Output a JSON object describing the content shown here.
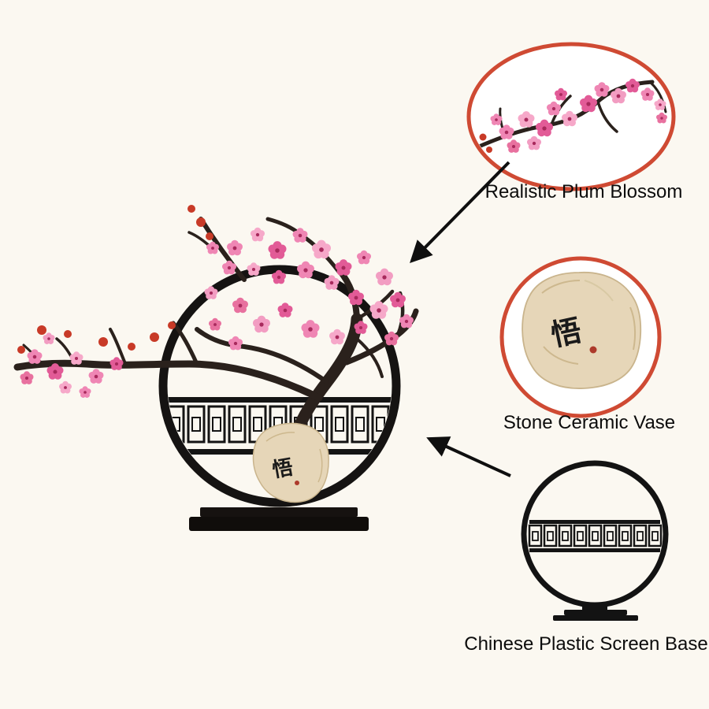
{
  "background": "#fbf8f1",
  "accent_color": "#cf4a33",
  "ink_color": "#0f0f0f",
  "blossom_colors": [
    "#ef86b4",
    "#f6a8c9",
    "#e25b97",
    "#f29dc2",
    "#e8719f"
  ],
  "bud_color": "#c83a27",
  "stone_color": "#e6d6b8",
  "product": {
    "vase_character": "悟"
  },
  "callouts": [
    {
      "id": "plum-blossom",
      "label": "Realistic Plum Blossom"
    },
    {
      "id": "ceramic-vase",
      "label": "Stone Ceramic Vase"
    },
    {
      "id": "screen-base",
      "label": "Chinese Plastic Screen Base"
    }
  ]
}
